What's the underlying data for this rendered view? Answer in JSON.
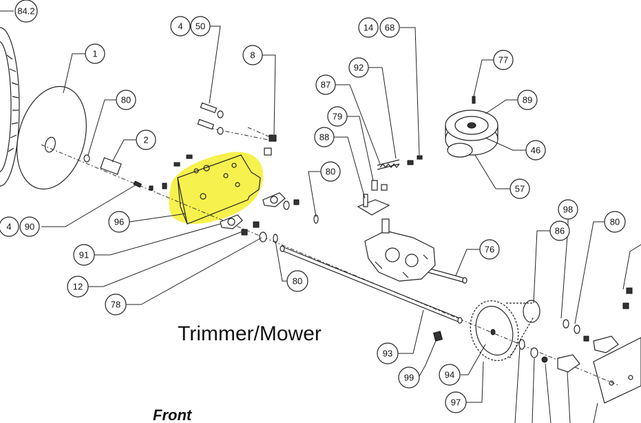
{
  "diagram": {
    "label": "Trimmer/Mower",
    "corner_label": "Front",
    "highlight_color": "#f6f03a",
    "callouts": [
      "84.2",
      "1",
      "80",
      "2",
      "4",
      "90",
      "4",
      "50",
      "8",
      "96",
      "91",
      "12",
      "78",
      "14",
      "68",
      "92",
      "87",
      "79",
      "88",
      "80",
      "80",
      "77",
      "89",
      "46",
      "57",
      "98",
      "86",
      "80",
      "76",
      "93",
      "99",
      "94",
      "97"
    ]
  }
}
